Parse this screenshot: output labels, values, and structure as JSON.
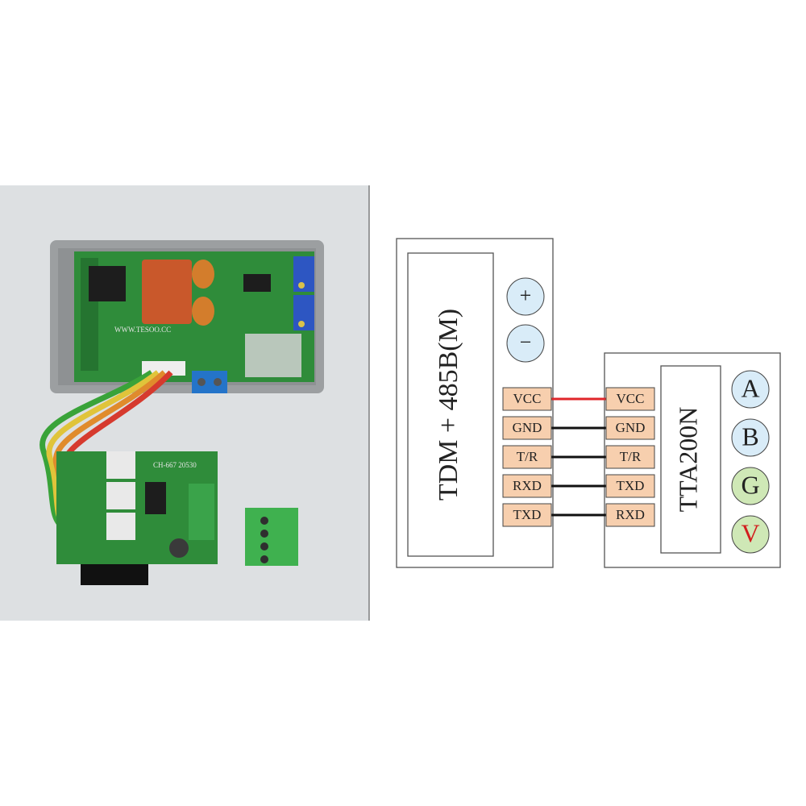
{
  "photo": {
    "silkscreen_top": "WWW.TESOO.CC",
    "board_label": "CH-667 20530"
  },
  "diagram": {
    "left_module": {
      "title": "TDM + 485B(M)",
      "power_plus": "+",
      "power_minus": "−"
    },
    "right_module": {
      "title": "TTA200N"
    },
    "left_pins": [
      "VCC",
      "GND",
      "T/R",
      "RXD",
      "TXD"
    ],
    "right_pins": [
      "VCC",
      "GND",
      "T/R",
      "TXD",
      "RXD"
    ],
    "indicators": [
      "A",
      "B",
      "G",
      "V"
    ],
    "colors": {
      "vcc_wire": "#e0262a",
      "signal_wire": "#111111",
      "pin_fill": "#f7cfae",
      "indicator_blue": "#d9ecf8",
      "indicator_green": "#cfe8b6",
      "indicator_red_text": "#d21e1e"
    }
  }
}
